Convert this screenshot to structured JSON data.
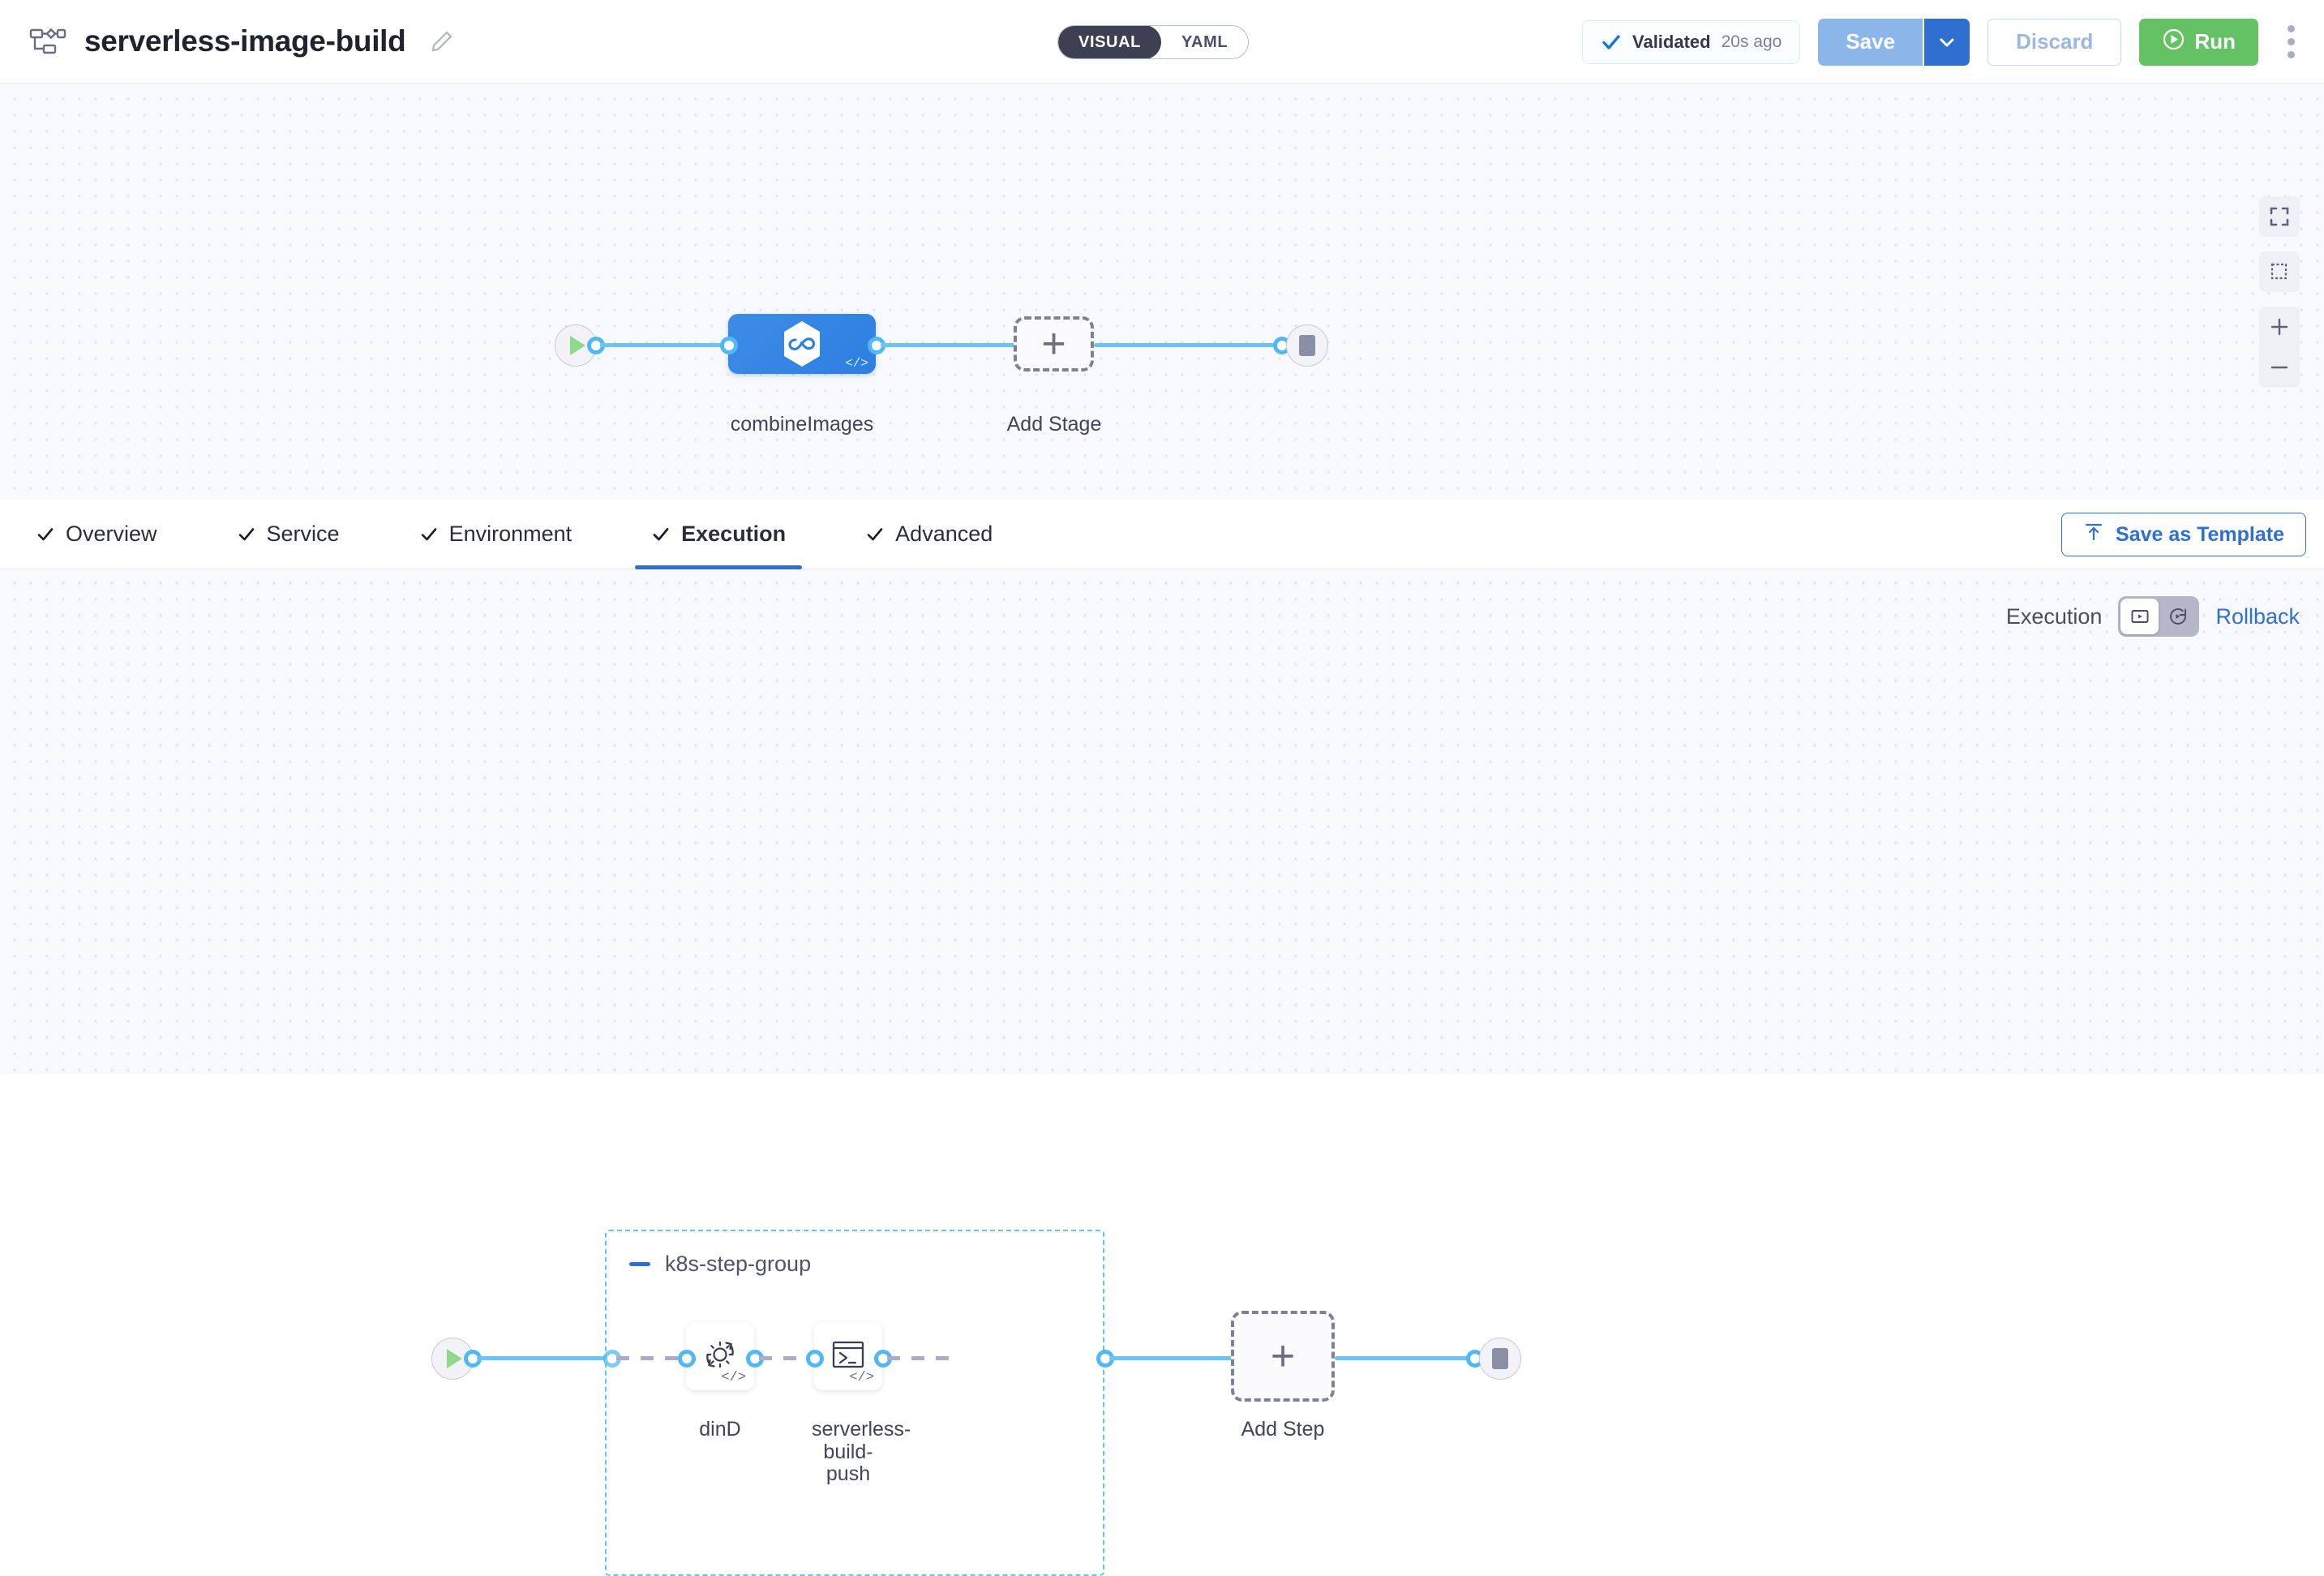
{
  "header": {
    "pipeline_icon": "pipeline-flow-icon",
    "title": "serverless-image-build",
    "edit_icon": "pencil-edit-icon",
    "view_toggle": {
      "options": [
        "VISUAL",
        "YAML"
      ],
      "selected": "VISUAL"
    },
    "validated": {
      "icon": "check-icon",
      "label": "Validated",
      "time": "20s ago"
    },
    "save": {
      "label": "Save",
      "caret_icon": "chevron-down-icon"
    },
    "discard": {
      "label": "Discard"
    },
    "run": {
      "label": "Run",
      "icon": "play-circle-icon"
    },
    "more_menu": {
      "icon": "kebab-menu-icon"
    },
    "colors": {
      "save_bg": "#8cb5ea",
      "save_caret_bg": "#2f6fd0",
      "run_bg": "#64c264",
      "accent": "#2f6fd0"
    }
  },
  "stage_canvas": {
    "start_node": {
      "icon": "play-icon"
    },
    "end_node": {
      "icon": "stop-icon"
    },
    "stage": {
      "label": "combineImages",
      "icon": "harness-hexagon-infinity-icon",
      "badge": "code-badge",
      "color": "#2d7fe0"
    },
    "add_stage": {
      "label": "Add Stage",
      "icon": "plus-icon"
    },
    "tools": [
      {
        "name": "fit-to-screen-icon"
      },
      {
        "name": "selection-box-icon"
      },
      {
        "name": "zoom-in-icon"
      },
      {
        "name": "zoom-out-icon"
      }
    ]
  },
  "tabs": {
    "items": [
      {
        "label": "Overview",
        "checked": true,
        "active": false
      },
      {
        "label": "Service",
        "checked": true,
        "active": false
      },
      {
        "label": "Environment",
        "checked": true,
        "active": false
      },
      {
        "label": "Execution",
        "checked": true,
        "active": true
      },
      {
        "label": "Advanced",
        "checked": true,
        "active": false
      }
    ],
    "save_as_template": {
      "label": "Save as Template",
      "icon": "template-upload-icon"
    }
  },
  "execution": {
    "mode_toggle": {
      "left_label": "Execution",
      "right_label": "Rollback",
      "execution_icon": "play-in-box-icon",
      "rollback_icon": "rollback-rotate-icon",
      "selected": "Execution"
    },
    "start_node": {
      "icon": "play-icon"
    },
    "end_node": {
      "icon": "stop-icon"
    },
    "step_group": {
      "label": "k8s-step-group",
      "collapse_icon": "minus-icon",
      "steps": [
        {
          "label": "dinD",
          "icon": "gear-rotate-icon",
          "badge": "code-badge"
        },
        {
          "label": "serverless-\nbuild-push",
          "icon": "terminal-icon",
          "badge": "code-badge"
        }
      ]
    },
    "add_step": {
      "label": "Add Step",
      "icon": "plus-icon"
    }
  }
}
